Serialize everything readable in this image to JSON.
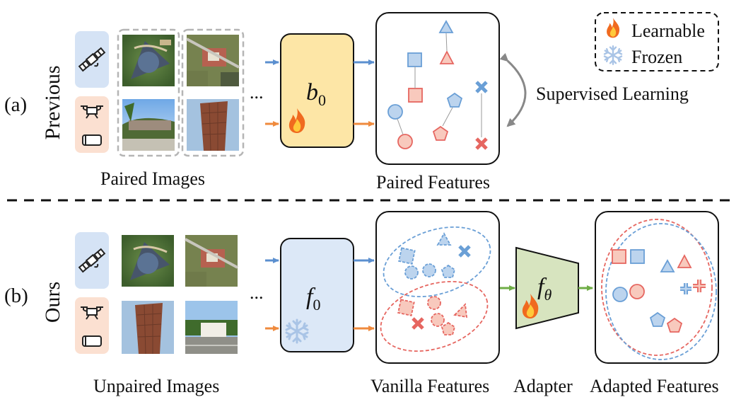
{
  "labels": {
    "part_a": "(a)",
    "part_b": "(b)",
    "previous": "Previous",
    "ours": "Ours",
    "paired_images": "Paired Images",
    "unpaired_images": "Unpaired Images",
    "paired_features": "Paired Features",
    "vanilla_features": "Vanilla Features",
    "adapter": "Adapter",
    "adapted_features": "Adapted Features",
    "supervised_learning": "Supervised Learning",
    "ellipsis_top": "...",
    "ellipsis_bottom": "..."
  },
  "legend": {
    "learnable": "Learnable",
    "frozen": "Frozen"
  },
  "math": {
    "b0_base": "b",
    "b0_sub": "0",
    "f0_base": "f",
    "f0_sub": "0",
    "ftheta_base": "f",
    "ftheta_sub": "θ"
  },
  "colors": {
    "satellite_blue": "#6a9fd6",
    "ground_red": "#e66660",
    "blue_fill": "#bcd4ee",
    "red_fill": "#f8c9bd",
    "encoder_learnable": "#fde6a6",
    "encoder_frozen": "#dce8f7",
    "adapter_green": "#d7e4bf",
    "arrow_blue": "#5b8fcf",
    "arrow_orange": "#ef8a3d",
    "arrow_green": "#6fad46",
    "badge_blue": "#d5e3f5",
    "badge_orange": "#fbe0d1"
  },
  "icons": [
    "satellite-icon",
    "drone-icon",
    "phone-icon",
    "fire-icon",
    "snowflake-icon"
  ]
}
